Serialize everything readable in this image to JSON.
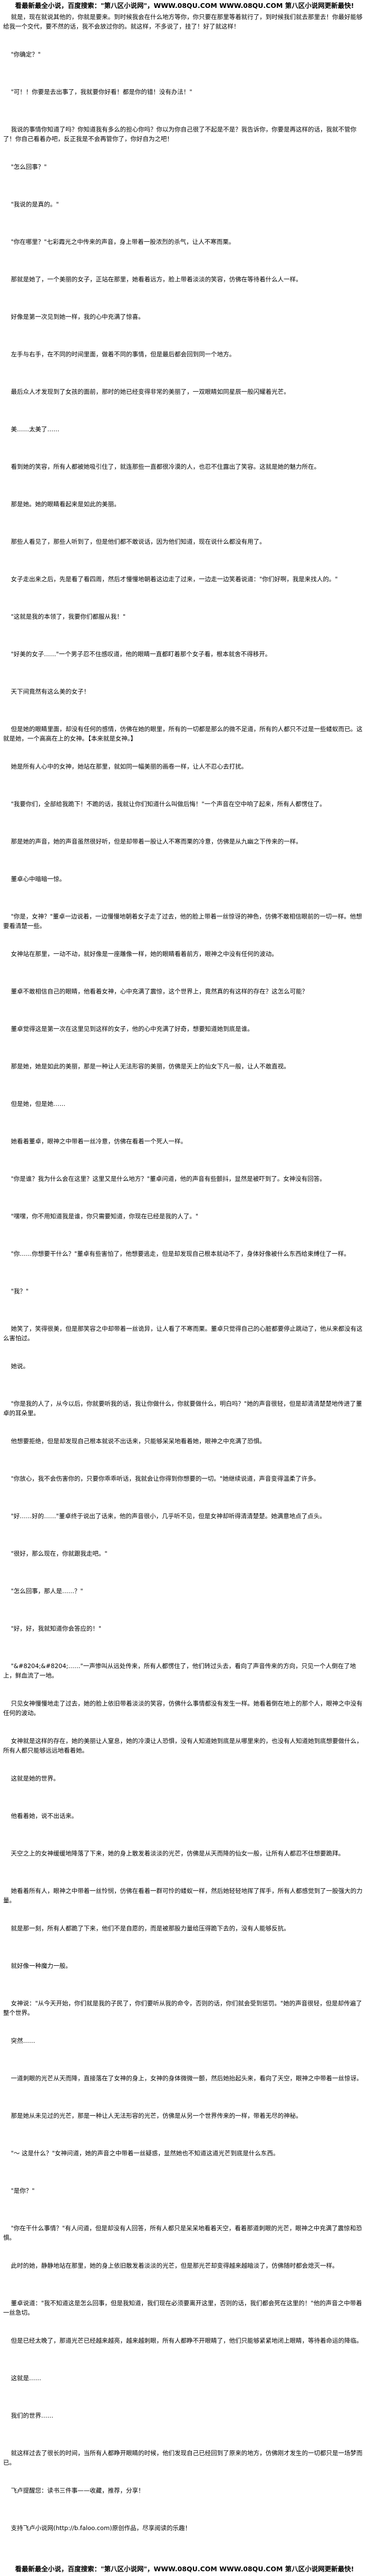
{
  "header_banner": "看最新最全小说，百度搜索：\"第八区小说网\"，WWW.08QU.COM WWW.08QU.COM 第八区小说网更新最快!",
  "footer_banner": "看最新最全小说，百度搜索：\"第八区小说网\"，WWW.08QU.COM WWW.08QU.COM 第八区小说网更新最快!",
  "paragraphs": [
    "    就是，现在就说其他的，你就是要来。到时候我会在什么地方等你，你只要在那里等着就行了，到时候我们就去那里去！你最好能够给我一个交代，要不然的话，我不会放过你的。就这样，不多说了，挂了！好了就这样！",
    "    \"你确定？\"",
    "    \"可！！你要是去出事了，我就要你好看！都是你的错！没有办法！\"",
    "    我说的事情你知道了吗？你知道我有多么的担心你吗？你以为你自己很了不起是不是？我告诉你，你要是再这样的话，我就不管你了！你自己看着办吧，反正我是不会再管你了，你好自为之吧！",
    "    \"怎么回事？\"",
    "    \"我说的是真的。\"",
    "    \"你在哪里？\"七彩霞光之中传来的声音，身上带着一股浓烈的杀气，让人不寒而栗。",
    "    那就是她了，一个美丽的女子，正站在那里，她看着远方，脸上带着淡淡的笑容，仿佛在等待着什么人一样。",
    "    好像是第一次见到她一样，我的心中充满了惊喜。",
    "    左手与右手，在不同的时间里面，做着不同的事情，但是最后都会回到同一个地方。",
    "    最后众人才发现到了女孩的面前，那时的她已经变得非常的美丽了，一双眼睛如同星辰一般闪耀着光芒。",
    "    美……太美了……",
    "    看到她的笑容，所有人都被她吸引住了，就连那些一直都很冷漠的人，也忍不住露出了笑容。这就是她的魅力所在。",
    "    那是她。她的眼睛看起来是如此的美丽。",
    "    那些人看见了，那些人听到了，但是他们都不敢说话，因为他们知道，现在说什么都没有用了。",
    "    女子走出来之后，先是看了看四周，然后才慢慢地朝着这边走了过来，一边走一边笑着说道：\"你们好啊，我是来找人的。\"",
    "    \"这就是我的本领了，我要你们都服从我！\"",
    "    \"好美的女子……\"一个男子忍不住感叹道，他的眼睛一直都盯着那个女子看，根本就舍不得移开。",
    "    天下间竟然有这么美的女子！",
    "    但是她的眼睛里面，却没有任何的感情，仿佛在她的眼里，所有的一切都是那么的微不足道，所有的人都只不过是一些蝼蚁而已。这就是她，一个高高在上的女神。【本来就是女神。】",
    "    她是所有人心中的女神，她站在那里，就如同一幅美丽的画卷一样，让人不忍心去打扰。",
    "    \"我要你们，全部给我跪下！不跪的话，我就让你们知道什么叫做后悔！\"一个声音在空中响了起来，所有人都愣住了。",
    "    那是她的声音，她的声音虽然很好听，但是却带着一股让人不寒而栗的冷意，仿佛是从九幽之下传来的一样。",
    "    董卓心中暗暗一惊。",
    "    \"你是，女神？\"董卓一边说着，一边慢慢地朝着女子走了过去，他的脸上带着一丝惊讶的神色，仿佛不敢相信眼前的一切一样。他想要看清楚一些。",
    "    女神站在那里，一动不动，就好像是一座雕像一样，她的眼睛看着前方，眼神之中没有任何的波动。",
    "    董卓不敢相信自己的眼睛，他看着女神，心中充满了震惊，这个世界上，竟然真的有这样的存在？这怎么可能？",
    "    董卓觉得这是第一次在这里见到这样的女子，他的心中充满了好奇，想要知道她到底是谁。",
    "    那是她，她是如此的美丽，那是一种让人无法形容的美丽，仿佛是天上的仙女下凡一般，让人不敢直视。",
    "    但是她，但是她……",
    "    她看着董卓，眼神之中带着一丝冷意，仿佛在看着一个死人一样。",
    "    \"你是谁？我为什么会在这里？这里又是什么地方？\"董卓问道，他的声音有些颤抖，显然是被吓到了。女神没有回答。",
    "    \"嘿嘿，你不用知道我是谁，你只需要知道，你现在已经是我的人了。\"",
    "    \"你……你想要干什么？\"董卓有些害怕了，他想要逃走，但是却发现自己根本就动不了，身体好像被什么东西给束缚住了一样。",
    "    \"我？\"",
    "    她笑了，笑得很美，但是那笑容之中却带着一丝诡异，让人看了不寒而栗。董卓只觉得自己的心脏都要停止跳动了，他从来都没有这么害怕过。",
    "    她说。",
    "    \"你是我的人了，从今以后，你就要听我的话，我让你做什么，你就要做什么，明白吗？\"她的声音很轻，但是却清清楚楚地传进了董卓的耳朵里。",
    "    他想要拒绝，但是却发现自己根本就说不出话来，只能够呆呆地看着她，眼神之中充满了恐惧。",
    "    \"你放心，我不会伤害你的，只要你乖乖听话，我就会让你得到你想要的一切。\"她继续说道，声音变得温柔了许多。",
    "    \"好……好的……\"董卓终于说出了话来，他的声音很小，几乎听不见，但是女神却听得清清楚楚。她满意地点了点头。",
    "    \"很好，那么现在，你就跟我走吧。\"",
    "    \"怎么回事，那人是……？\"",
    "    \"好，好，我就知道你会答应的！\"",
    "    \"&#8204;&#8204;……\"一声惨叫从远处传来，所有人都愣住了，他们转过头去，看向了声音传来的方向，只见一个人倒在了地上，鲜血流了一地。",
    "    只见女神慢慢地走了过去，她的脸上依旧带着淡淡的笑容，仿佛什么事情都没有发生一样。她看着倒在地上的那个人，眼神之中没有任何的波动。",
    "    女神就是这样的存在，她的美丽让人窒息，她的冷漠让人恐惧，没有人知道她到底是从哪里来的，也没有人知道她到底想要做什么，所有人都只能够远远地看着她。",
    "    这就是她的世界。",
    "    他看着她，说不出话来。",
    "    天空之上的女神缓缓地降落了下来，她的身上散发着淡淡的光芒，仿佛是从天而降的仙女一般，让所有人都忍不住想要跪拜。",
    "    她看着所有人，眼神之中带着一丝怜悯，仿佛在看着一群可怜的蝼蚁一样，然后她轻轻地挥了挥手，所有人都感觉到了一股强大的力量。",
    "    就是那一刻，所有人都跪了下来，他们不是自愿的，而是被那股力量给压得跪下去的，没有人能够反抗。",
    "    就好像一种魔力一般。",
    "    女神说：\"从今天开始，你们就是我的子民了，你们要听从我的命令，否则的话，你们就会受到惩罚。\"她的声音很轻，但是却传遍了整个世界。",
    "    突然……",
    "    一道刺眼的光芒从天而降，直接落在了女神的身上，女神的身体微微一颤，然后她抬起头来，看向了天空，眼神之中带着一丝惊讶。",
    "    那是她从未见过的光芒，那是一种让人无法形容的光芒，仿佛是从另一个世界传来的一样，带着无尽的神秘。",
    "    \"～ 这是什么？\"女神问道，她的声音之中带着一丝疑惑，显然她也不知道这道光芒到底是什么东西。",
    "    \"是你？\"",
    "    \"你在干什么事情？\"有人问道，但是却没有人回答，所有人都只是呆呆地看着天空，看着那道刺眼的光芒，眼神之中充满了震惊和恐惧。",
    "    此时的她，静静地站在那里，她的身上依旧散发着淡淡的光芒，但是那光芒却变得越来越暗淡了，仿佛随时都会熄灭一样。",
    "    董卓说道：\"我不知道这是怎么回事，但是我知道，我们现在必须要离开这里，否则的话，我们都会死在这里的！\"他的声音之中带着一丝急切。",
    "    但是已经太晚了，那道光芒已经越来越亮，越来越刺眼，所有人都睁不开眼睛了，他们只能够紧紧地闭上眼睛，等待着命运的降临。",
    "    这就是……",
    "    我们的世界……",
    "    就这样过去了很长的时间，当所有人都睁开眼睛的时候，他们发现自己已经回到了原来的地方，仿佛刚才发生的一切都只是一场梦而已。",
    "    飞卢提醒您：读书三件事——收藏，推荐，分享！",
    "    支持飞卢小说网(http://b.faloo.com)原创作品，尽享阅读的乐趣！"
  ]
}
